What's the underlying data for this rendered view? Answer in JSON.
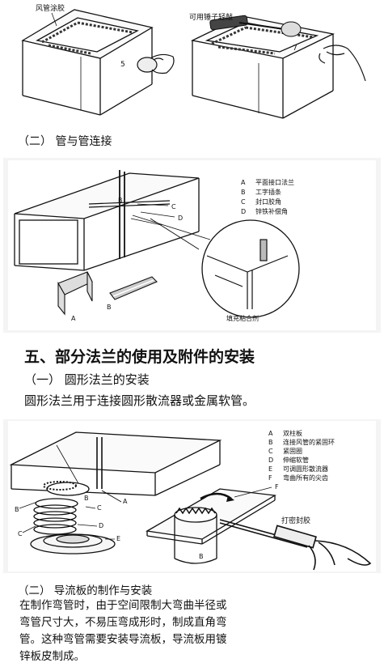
{
  "top_figure": {
    "left_label": "风管涂胶",
    "left_callout": "5",
    "right_label": "可用锤子轻敲",
    "right_callout": "7"
  },
  "section_pipe": {
    "heading": "（二）  管与管连接"
  },
  "pipe_figure": {
    "legend": [
      {
        "key": "A",
        "text": "平面接口法兰"
      },
      {
        "key": "B",
        "text": "工字插条"
      },
      {
        "key": "C",
        "text": "封口胶角"
      },
      {
        "key": "D",
        "text": "锌铁补偿角"
      }
    ],
    "callouts": [
      "B",
      "C",
      "D",
      "A",
      "B"
    ],
    "sealant_label": "填充粘合剂"
  },
  "section5": {
    "title": "五、部分法兰的使用及附件的安装",
    "sub": "（一）  圆形法兰的安装",
    "desc": "圆形法兰用于连接圆形散流器或金属软管。"
  },
  "round_figure": {
    "legend": [
      {
        "key": "A",
        "text": "双柱板"
      },
      {
        "key": "B",
        "text": "连接风管的紧固环"
      },
      {
        "key": "C",
        "text": "紧固圈"
      },
      {
        "key": "D",
        "text": "伸缩软管"
      },
      {
        "key": "E",
        "text": "可调圆形散流器"
      },
      {
        "key": "F",
        "text": "弯曲所有的尖齿"
      }
    ],
    "callouts": [
      "A",
      "B",
      "C",
      "B",
      "C",
      "D",
      "E",
      "F",
      "B"
    ],
    "seal_label": "打密封胶"
  },
  "section_guide": {
    "heading": "（二）  导流板的制作与安装",
    "lines": [
      "在制作弯管时，由于空间限制大弯曲半径或",
      "弯管尺寸大，不易压弯成形时，制成直角弯",
      "管。这种弯管需要安装导流板，导流板用镀",
      "锌板皮制成。"
    ]
  }
}
